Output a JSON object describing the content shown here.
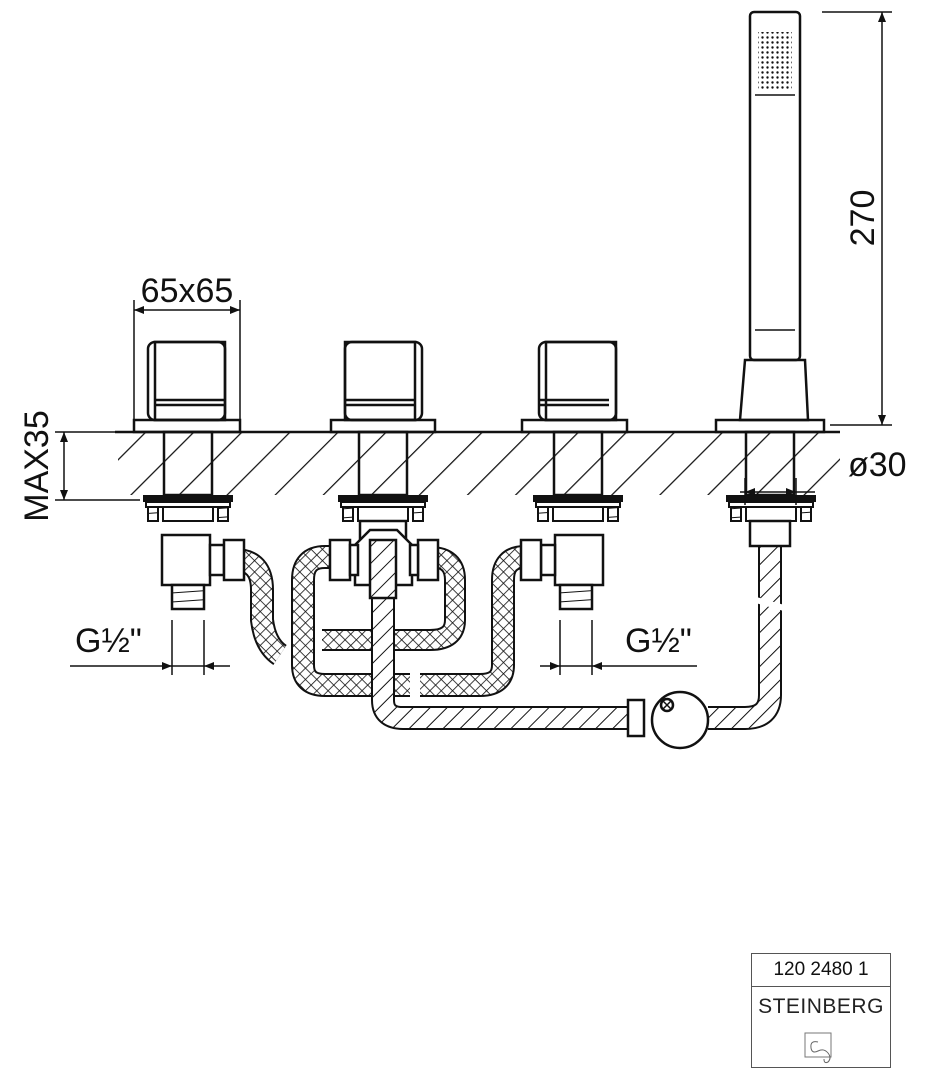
{
  "dimensions": {
    "handle_size": "65x65",
    "max_thickness": "MAX35",
    "handshower_height": "270",
    "hole_diameter": "ø30",
    "connection_left": "G½\"",
    "connection_right": "G½\""
  },
  "title_block": {
    "article_number": "120 2480 1",
    "brand": "STEINBERG"
  },
  "colors": {
    "line": "#111111",
    "background": "#ffffff"
  }
}
